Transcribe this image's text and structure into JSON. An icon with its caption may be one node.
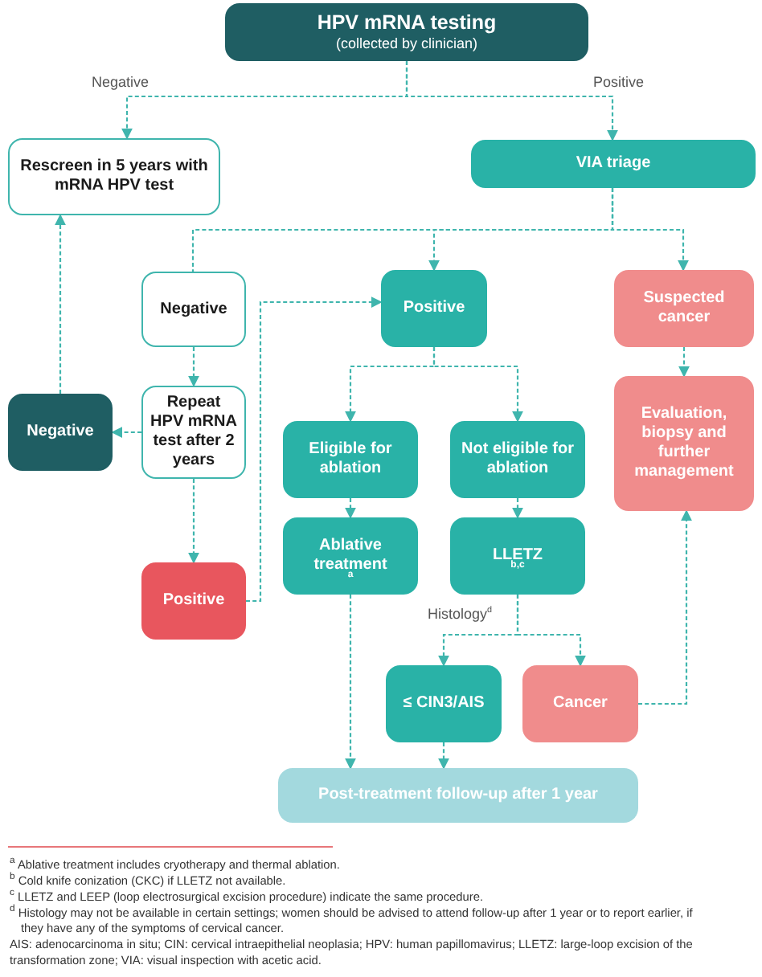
{
  "diagram": {
    "nodes": [
      {
        "text": [
          "HPV mRNA testing",
          "(collected by clinician)"
        ]
      },
      {
        "text": [
          "Rescreen in 5 years with mRNA HPV test"
        ]
      },
      {
        "text": [
          "VIA triage"
        ]
      },
      {
        "text": [
          "Negative"
        ]
      },
      {
        "text": [
          "Positive"
        ]
      },
      {
        "text": [
          "Suspected cancer"
        ]
      },
      {
        "text": [
          "Negative"
        ]
      },
      {
        "text": [
          "Repeat HPV mRNA test after 2 years"
        ]
      },
      {
        "text": [
          "Eligible for ablation"
        ]
      },
      {
        "text": [
          "Not eligible for ablation"
        ]
      },
      {
        "text": [
          "Evaluation, biopsy and further management"
        ]
      },
      {
        "text": [
          "Positive"
        ]
      },
      {
        "text": [
          "Ablative treatment$^{a}$"
        ]
      },
      {
        "text": [
          "LLETZ$^{b,c}$"
        ]
      },
      {
        "text": [
          "≤ CIN3/AIS"
        ]
      },
      {
        "text": [
          "Cancer"
        ]
      },
      {
        "text": [
          "Post-treatment follow-up after 1 year"
        ]
      }
    ],
    "edges": [
      {
        "from": 0,
        "to": 1,
        "arrow": "to",
        "label": "Negative"
      },
      {
        "from": 0,
        "to": 2,
        "arrow": "to",
        "label": "Positive"
      },
      {
        "from": 2,
        "to": 3,
        "arrow": "none"
      },
      {
        "from": 2,
        "to": 4,
        "arrow": "to"
      },
      {
        "from": 2,
        "to": 5,
        "arrow": "to"
      },
      {
        "from": 3,
        "to": 7,
        "arrow": "to"
      },
      {
        "from": 7,
        "to": 6,
        "arrow": "to"
      },
      {
        "from": 7,
        "to": 11,
        "arrow": "to"
      },
      {
        "from": 6,
        "to": 1,
        "arrow": "to"
      },
      {
        "from": 11,
        "to": 4,
        "arrow": "to"
      },
      {
        "from": 4,
        "to": 8,
        "arrow": "to"
      },
      {
        "from": 4,
        "to": 9,
        "arrow": "to"
      },
      {
        "from": 5,
        "to": 10,
        "arrow": "to"
      },
      {
        "from": 8,
        "to": 12,
        "arrow": "to"
      },
      {
        "from": 9,
        "to": 13,
        "arrow": "to"
      },
      {
        "from": 13,
        "to": 14,
        "arrow": "to",
        "label": "Histology$^{d}$"
      },
      {
        "from": 13,
        "to": 15,
        "arrow": "to"
      },
      {
        "from": 15,
        "to": 10,
        "arrow": "to"
      },
      {
        "from": 12,
        "to": 16,
        "arrow": "to"
      },
      {
        "from": 14,
        "to": 16,
        "arrow": "to"
      }
    ],
    "labels": [
      "$^{a}$ Ablative treatment includes cryotherapy and thermal ablation.",
      "$^{b}$ Cold knife conization (CKC) if LLETZ not available.",
      "$^{c}$ LLETZ and LEEP (loop electrosurgical excision procedure) indicate the same procedure.",
      "$^{d}$ Histology may not be available in certain settings; women should be advised to attend follow-up after 1 year or to report earlier, if they have any of the symptoms of cervical cancer.",
      "AIS: adenocarcinoma in situ; CIN: cervical intraepithelial neoplasia; HPV: human papillomavirus; LLETZ: large-loop excision of the transformation zone; VIA: visual inspection with acetic acid."
    ]
  }
}
